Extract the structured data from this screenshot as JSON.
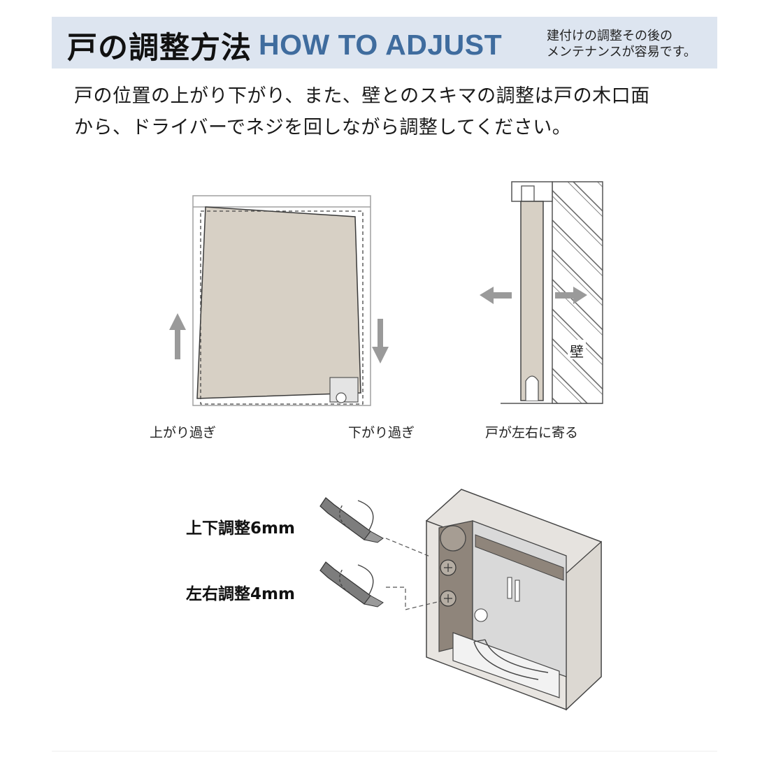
{
  "header": {
    "title_jp": "戸の調整方法",
    "title_en": "HOW TO ADJUST",
    "note_line1": "建付けの調整その後の",
    "note_line2": "メンテナンスが容易です。"
  },
  "intro": {
    "line1": "戸の位置の上がり下がり、また、壁とのスキマの調整は戸の木口面",
    "line2": "から、ドライバーでネジを回しながら調整してください。"
  },
  "diagrams": {
    "door_tilt": {
      "caption_left": "上がり過ぎ",
      "caption_right": "下がり過ぎ"
    },
    "side_view": {
      "caption": "戸が左右に寄る",
      "wall_label": "壁"
    },
    "hardware": {
      "label_vertical": "上下調整6mm",
      "label_horizontal": "左右調整4mm"
    }
  },
  "colors": {
    "header_band": "#dde5f0",
    "title_en": "#3f6c9e",
    "door_fill": "#d7d0c5",
    "arrow_gray": "#9a9a9a",
    "hardware_dark": "#8f857b",
    "hardware_plate": "#d9d9d9"
  },
  "icons": [
    "arrow-up-icon",
    "arrow-down-icon",
    "arrow-left-icon",
    "arrow-right-icon",
    "screwdriver-icon",
    "rotation-icon"
  ]
}
